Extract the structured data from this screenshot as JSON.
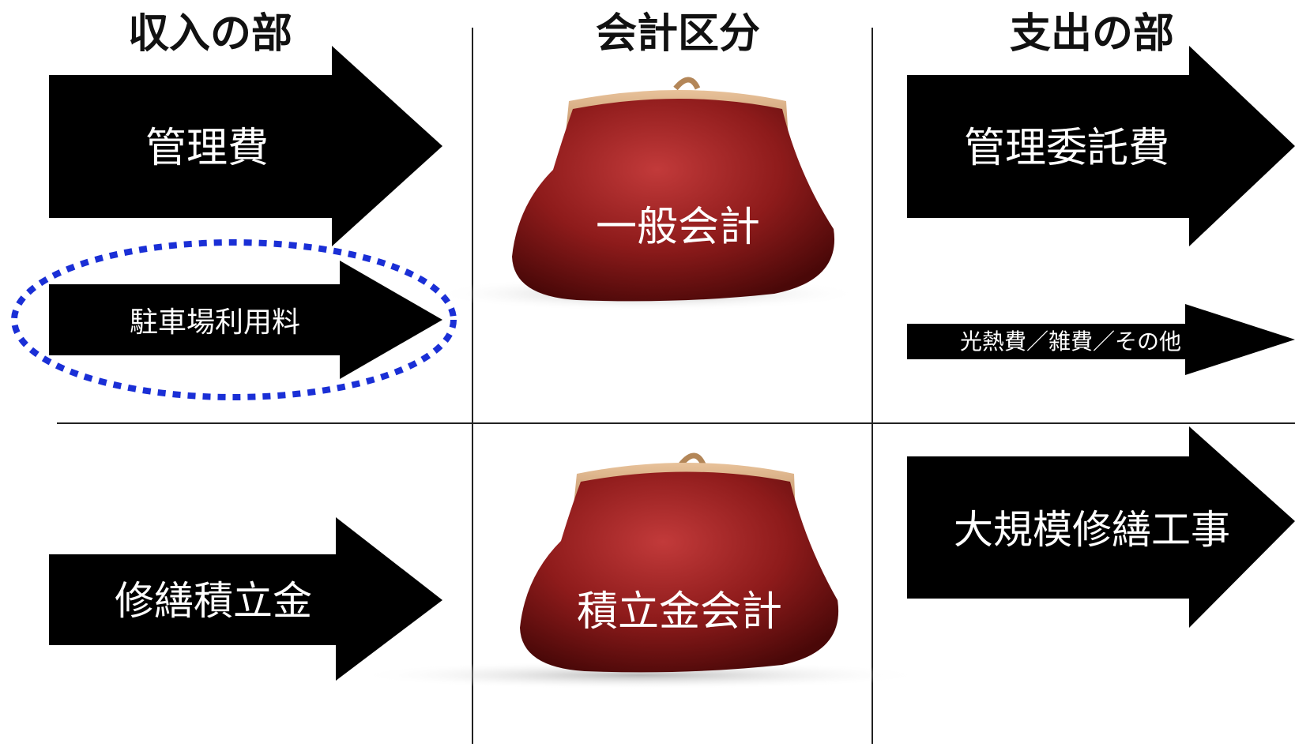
{
  "headers": {
    "income": "収入の部",
    "accounts": "会計区分",
    "expense": "支出の部"
  },
  "income": {
    "management_fee": "管理費",
    "parking_fee": "駐車場利用料",
    "repair_reserve": "修繕積立金"
  },
  "accounts": {
    "general": "一般会計",
    "reserve": "積立金会計"
  },
  "expense": {
    "management_contract": "管理委託費",
    "utilities_misc": "光熱費／雑費／その他",
    "major_repair": "大規模修繕工事"
  },
  "colors": {
    "arrow": "#000000",
    "purse_body": "#8e1b1b",
    "purse_frame": "#c9986a",
    "highlight_ellipse": "#1a2fd6",
    "grid_line": "#222222"
  }
}
